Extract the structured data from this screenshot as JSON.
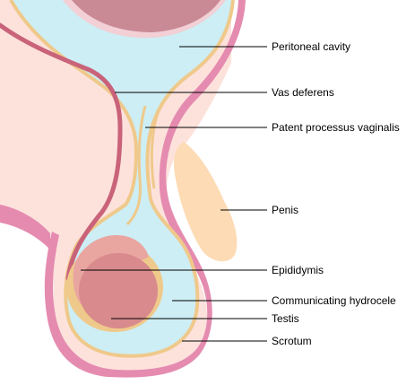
{
  "labels": {
    "peritoneal_cavity": "Peritoneal cavity",
    "vas_deferens": "Vas deferens",
    "patent_processus_vaginalis": "Patent processus vaginalis",
    "penis": "Penis",
    "epididymis": "Epididymis",
    "communicating_hydrocele": "Communicating hydrocele",
    "testis": "Testis",
    "scrotum": "Scrotum"
  },
  "colors": {
    "skin": "#fde2dc",
    "scrotum_pink": "#e58bb0",
    "membrane_tan": "#efc98b",
    "fluid_blue": "#cdeef4",
    "vas_red": "#c9637a",
    "bowel_mauve": "#c98a96",
    "penis_peach": "#fddbb4",
    "testis": "#d88a8c",
    "epididymis": "#e9a5a0"
  }
}
